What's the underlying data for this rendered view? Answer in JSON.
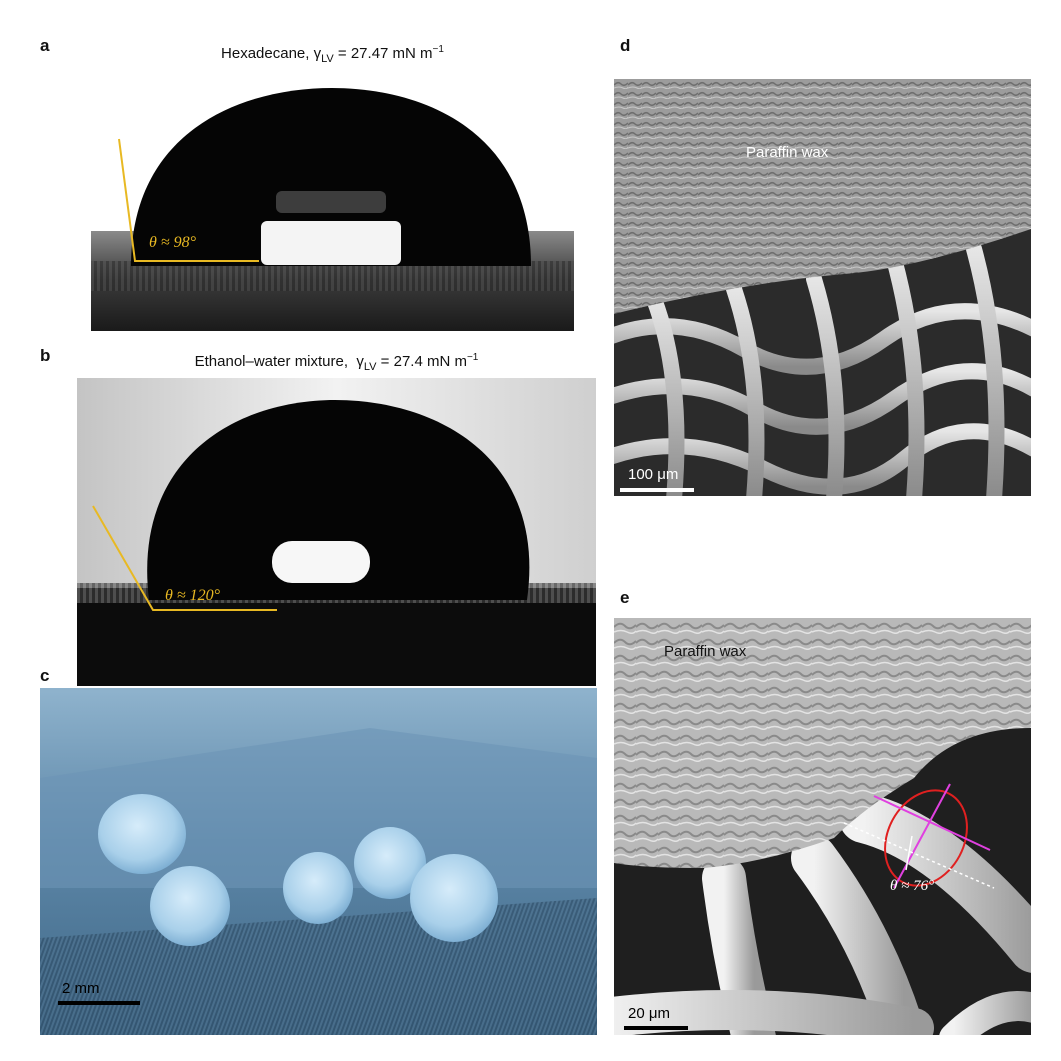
{
  "panels": {
    "a": {
      "letter": "a",
      "liquid": "Hexadecane",
      "gamma_symbol": "γ",
      "gamma_sub": "LV",
      "gamma_value": " = 27.47 mN m",
      "gamma_exp": "−1",
      "angle_label": "θ ≈ 98°"
    },
    "b": {
      "letter": "b",
      "liquid": "Ethanol–water mixture,",
      "gamma_symbol": "γ",
      "gamma_sub": "LV",
      "gamma_value": " = 27.4 mN m",
      "gamma_exp": "−1",
      "angle_label": "θ ≈ 120°"
    },
    "c": {
      "letter": "c",
      "scale_label": "2 mm"
    },
    "d": {
      "letter": "d",
      "material_label": "Paraffin wax",
      "scale_label": "100 μm"
    },
    "e": {
      "letter": "e",
      "material_label": "Paraffin wax",
      "angle_label": "θ ≈ 76°",
      "scale_label": "20 μm"
    }
  },
  "colors": {
    "angle_line": "#e8b923",
    "annotation_magenta": "#e040e0",
    "annotation_red": "#e02020"
  }
}
